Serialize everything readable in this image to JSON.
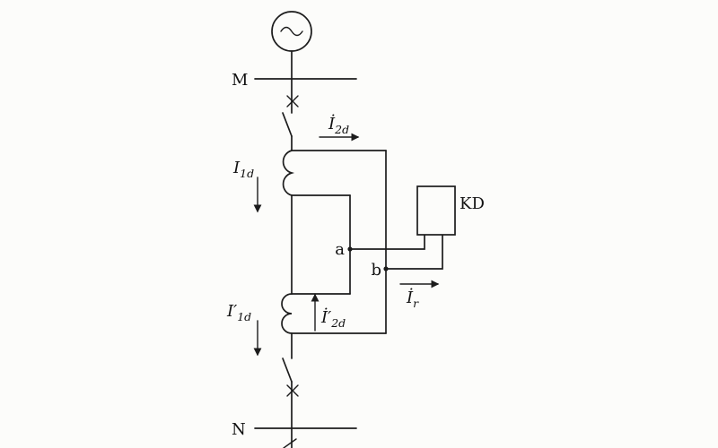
{
  "diagram": {
    "type": "circuit-schematic",
    "description": "Single-line diagram of differential protection: AC source feeding bus M, two current transformers on the protected branch, differential relay KD connected between nodes a and b, lower bus N",
    "colors": {
      "ink": "#1c1c1c",
      "paper": "#fcfcfa"
    },
    "labels": {
      "bus_top": "M",
      "bus_bottom": "N",
      "relay": "KD",
      "node_a": "a",
      "node_b": "b",
      "i1d": {
        "base": "I",
        "sub": "1d"
      },
      "i2d": {
        "base": "İ",
        "sub": "2d"
      },
      "i1d_prime": {
        "base": "I′",
        "sub": "1d"
      },
      "i2d_prime": {
        "base": "İ′",
        "sub": "2d"
      },
      "ir": {
        "base": "İ",
        "sub": "r"
      }
    },
    "icons": {
      "source": "ac-generator"
    }
  }
}
